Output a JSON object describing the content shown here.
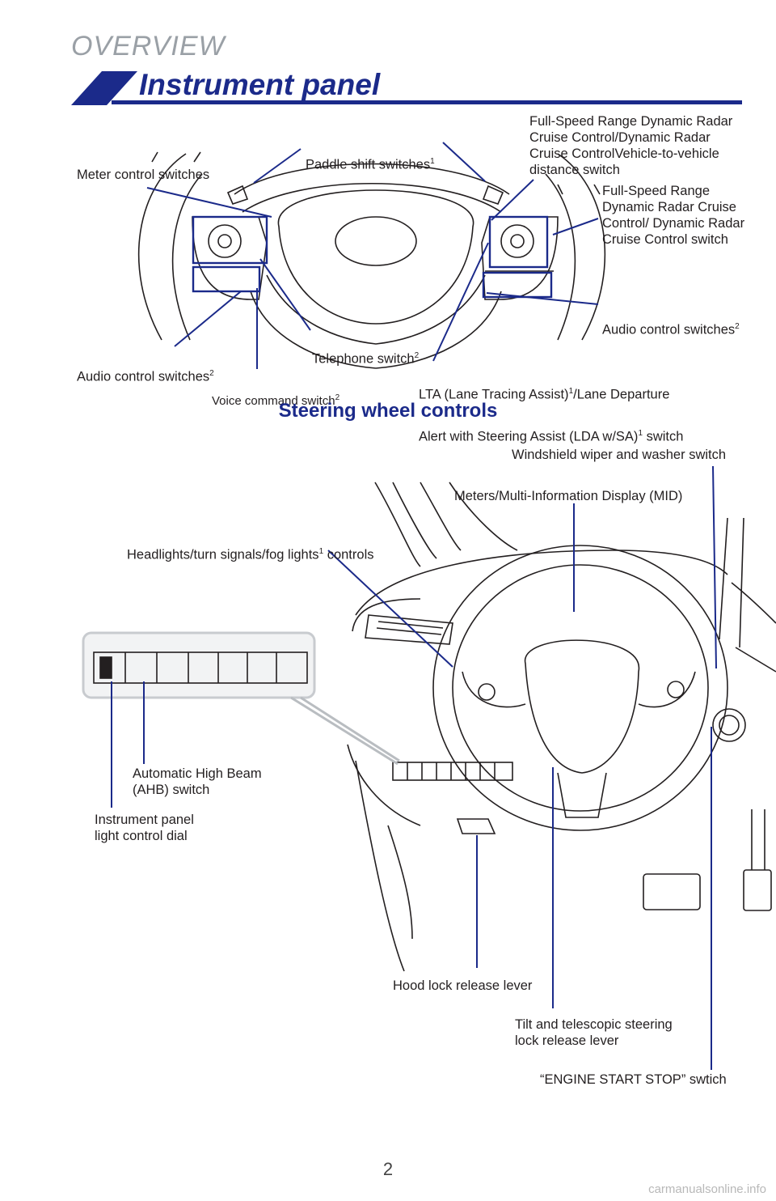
{
  "header": {
    "section": "OVERVIEW",
    "title": "Instrument panel"
  },
  "steering": {
    "subheading": "Steering wheel controls",
    "paddle": "Paddle shift switches",
    "meter": "Meter control switches",
    "radar_distance": "Full-Speed Range Dynamic Radar\nCruise Control/Dynamic Radar\nCruise ControlVehicle-to-vehicle\ndistance switch",
    "radar_cruise": "Full-Speed Range\nDynamic Radar Cruise\nControl/ Dynamic Radar\nCruise Control switch",
    "audio_right": "Audio control switches",
    "telephone": "Telephone switch",
    "audio_left": "Audio control switches",
    "voice": "Voice command switch",
    "lta_a": "LTA (Lane Tracing Assist)",
    "lta_b": "/Lane Departure",
    "lta_c": "Alert with Steering Assist (LDA w/SA)",
    "lta_d": " switch",
    "sup1": "1",
    "sup2": "2"
  },
  "dash": {
    "wiper": "Windshield wiper and washer switch",
    "meters": "Meters/Multi-Information Display (MID)",
    "headlights_a": "Headlights/turn signals/fog lights",
    "headlights_b": " controls",
    "ahb": "Automatic High Beam\n(AHB) switch",
    "dial": "Instrument panel\nlight control dial",
    "hood": "Hood lock release lever",
    "tilt": "Tilt and telescopic steering\nlock release lever",
    "engine": "“ENGINE START STOP” swtich"
  },
  "footer": {
    "page": "2",
    "watermark": "carmanualsonline.info"
  },
  "colors": {
    "brand_blue": "#1b2a8a",
    "gray_heading": "#9aa0a6"
  }
}
